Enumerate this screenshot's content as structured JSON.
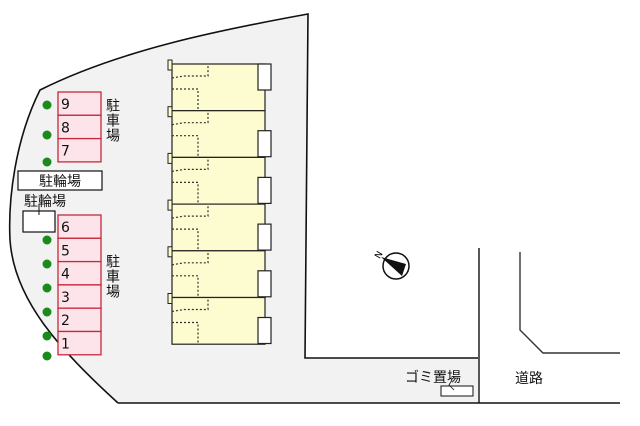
{
  "parking_label": "駐車場",
  "bicycle_parking_label": "駐輪場",
  "garbage_label": "ゴミ置場",
  "road_label": "道路",
  "north_label": "N",
  "parking_spaces_upper": [
    "9",
    "8",
    "7"
  ],
  "parking_spaces_lower": [
    "6",
    "5",
    "4",
    "3",
    "2",
    "1"
  ],
  "colors": {
    "lot": "#f2f2f2",
    "building": "#fdfbd0",
    "parking": "#fde4ea",
    "parking_border": "#c8283c",
    "tree": "#1a8a1a"
  }
}
